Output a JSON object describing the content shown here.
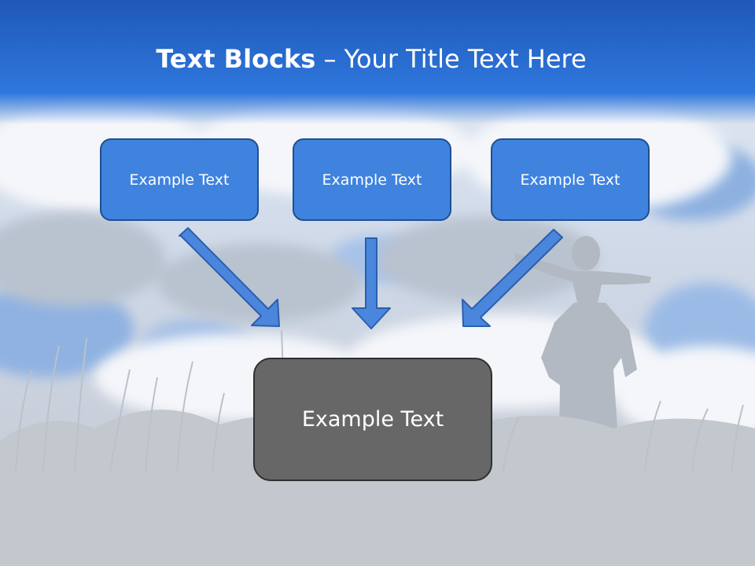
{
  "title": {
    "bold": "Text Blocks",
    "separator": " – ",
    "rest": "Your Title Text Here"
  },
  "blocks": [
    {
      "label": "Example Text"
    },
    {
      "label": "Example Text"
    },
    {
      "label": "Example Text"
    }
  ],
  "center_block": {
    "label": "Example Text"
  },
  "colors": {
    "header_blue": "#2d6ed6",
    "block_fill": "#3f83df",
    "block_border": "#1f4f8f",
    "center_fill": "#676767",
    "arrow_fill": "#4a86dc",
    "arrow_stroke": "#2a5fae"
  }
}
